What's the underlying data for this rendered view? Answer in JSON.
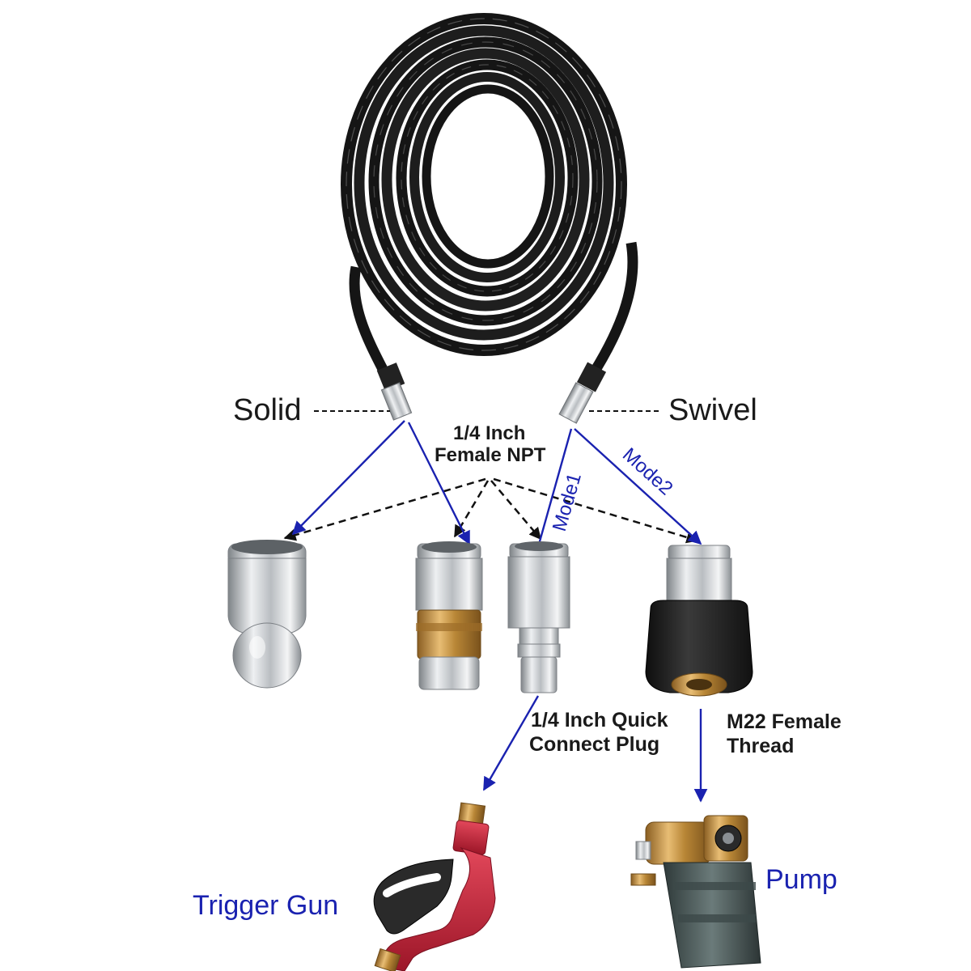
{
  "labels": {
    "solid": "Solid",
    "swivel": "Swivel",
    "npt_line1": "1/4 Inch",
    "npt_line2": "Female NPT",
    "mode1": "Mode1",
    "mode2": "Mode2",
    "qc_line1": "1/4 Inch Quick",
    "qc_line2": "Connect Plug",
    "m22_line1": "M22 Female",
    "m22_line2": "Thread",
    "trigger_gun": "Trigger Gun",
    "pump": "Pump"
  },
  "colors": {
    "arrow_blue": "#1a22b0",
    "hose": "#151515",
    "steel": "#c9ccd0",
    "brass": "#c8963e",
    "gun_red": "#c8263a",
    "pump_body": "#4a5a5a",
    "text": "#1a1a1a"
  },
  "parts": [
    {
      "name": "hose-coil",
      "description_icon": "hose-coil-icon"
    },
    {
      "name": "nozzle-ball",
      "description_icon": "nozzle-icon"
    },
    {
      "name": "rotating-nozzle",
      "description_icon": "rotating-nozzle-icon"
    },
    {
      "name": "quick-connect-plug",
      "description_icon": "quick-connect-icon"
    },
    {
      "name": "m22-coupler",
      "description_icon": "coupler-icon"
    },
    {
      "name": "trigger-gun",
      "description_icon": "trigger-gun-icon"
    },
    {
      "name": "pump",
      "description_icon": "pump-icon"
    }
  ]
}
